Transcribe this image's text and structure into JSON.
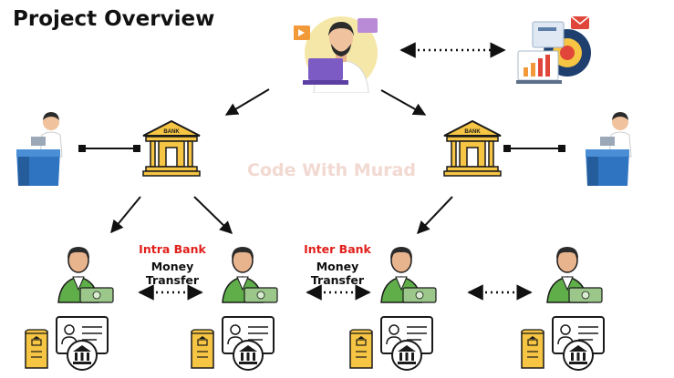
{
  "title": "Project Overview",
  "watermark": "Code With Murad",
  "bank_label": "BANK",
  "transfers": {
    "intra": {
      "line1": "Intra Bank",
      "line2": "Money Transfer"
    },
    "inter": {
      "line1": "Inter Bank",
      "line2": "Money Transfer"
    }
  },
  "colors": {
    "accent_red": "#e0201b",
    "bank_yellow": "#f6c543",
    "customer_green": "#5fae4a",
    "desk_blue": "#2f74c0",
    "watermark": "#f2d9d2"
  }
}
